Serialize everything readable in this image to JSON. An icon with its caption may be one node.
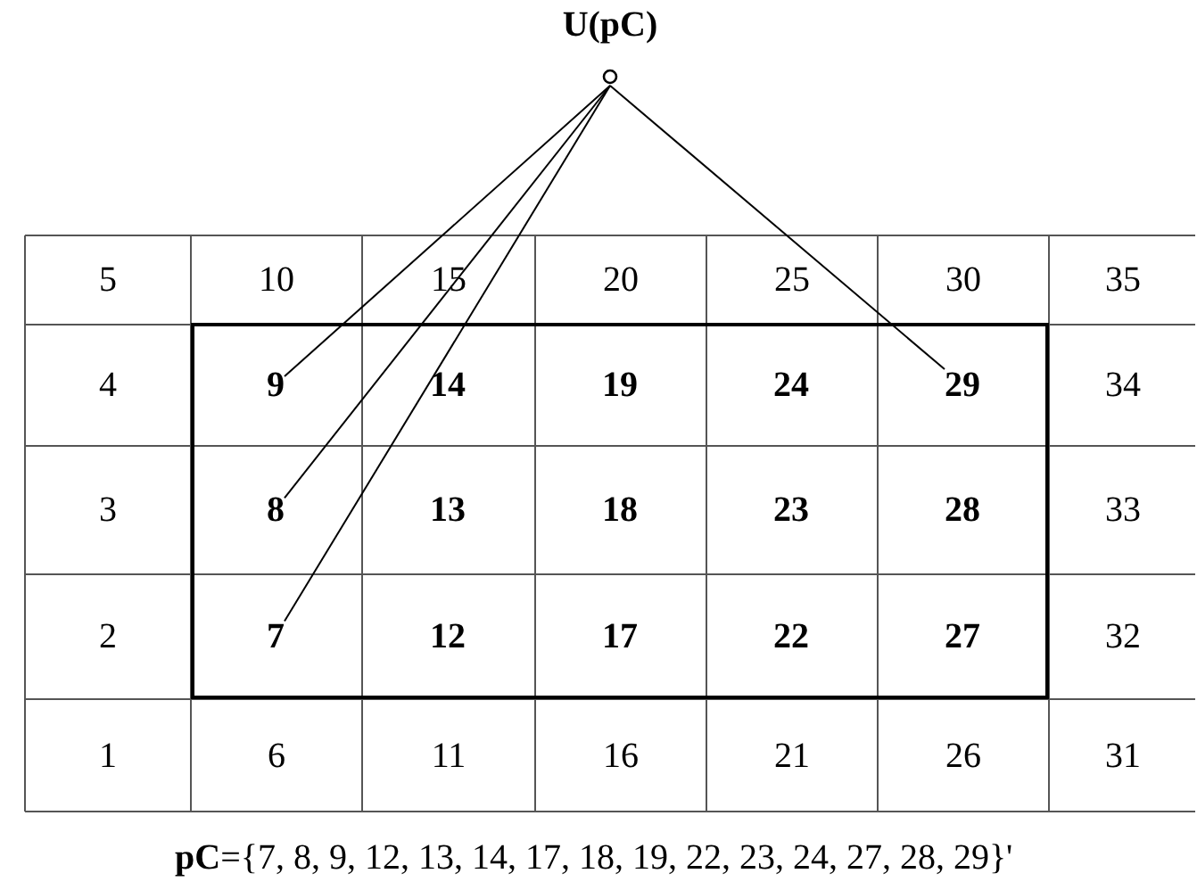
{
  "diagram": {
    "nodes": [
      {
        "text": [
          "U(pC)"
        ]
      },
      {
        "text": [],
        "shape": "box"
      },
      {
        "text": [
          "5"
        ]
      },
      {
        "text": [
          "10"
        ]
      },
      {
        "text": [
          "15"
        ]
      },
      {
        "text": [
          "20"
        ]
      },
      {
        "text": [
          "25"
        ]
      },
      {
        "text": [
          "30"
        ]
      },
      {
        "text": [
          "35"
        ]
      },
      {
        "text": [
          "4"
        ]
      },
      {
        "text": [
          "9"
        ],
        "in": 1
      },
      {
        "text": [
          "14"
        ],
        "in": 1
      },
      {
        "text": [
          "19"
        ],
        "in": 1
      },
      {
        "text": [
          "24"
        ],
        "in": 1
      },
      {
        "text": [
          "29"
        ],
        "in": 1
      },
      {
        "text": [
          "34"
        ]
      },
      {
        "text": [
          "3"
        ]
      },
      {
        "text": [
          "8"
        ],
        "in": 1
      },
      {
        "text": [
          "13"
        ],
        "in": 1
      },
      {
        "text": [
          "18"
        ],
        "in": 1
      },
      {
        "text": [
          "23"
        ],
        "in": 1
      },
      {
        "text": [
          "28"
        ],
        "in": 1
      },
      {
        "text": [
          "33"
        ]
      },
      {
        "text": [
          "2"
        ]
      },
      {
        "text": [
          "7"
        ],
        "in": 1
      },
      {
        "text": [
          "12"
        ],
        "in": 1
      },
      {
        "text": [
          "17"
        ],
        "in": 1
      },
      {
        "text": [
          "22"
        ],
        "in": 1
      },
      {
        "text": [
          "27"
        ],
        "in": 1
      },
      {
        "text": [
          "32"
        ]
      },
      {
        "text": [
          "1"
        ]
      },
      {
        "text": [
          "6"
        ]
      },
      {
        "text": [
          "11"
        ]
      },
      {
        "text": [
          "16"
        ]
      },
      {
        "text": [
          "21"
        ]
      },
      {
        "text": [
          "26"
        ]
      },
      {
        "text": [
          "31"
        ]
      }
    ],
    "edges": [
      {
        "from": 0,
        "to": 10,
        "arrow": "none"
      },
      {
        "from": 0,
        "to": 17,
        "arrow": "none"
      },
      {
        "from": 0,
        "to": 24,
        "arrow": "none"
      },
      {
        "from": 0,
        "to": 14,
        "arrow": "none"
      }
    ],
    "labels": [
      "**pC**={7, 8, 9, 12, 13, 14, 17, 18, 19, 22, 23, 24, 27, 28, 29}'"
    ]
  }
}
